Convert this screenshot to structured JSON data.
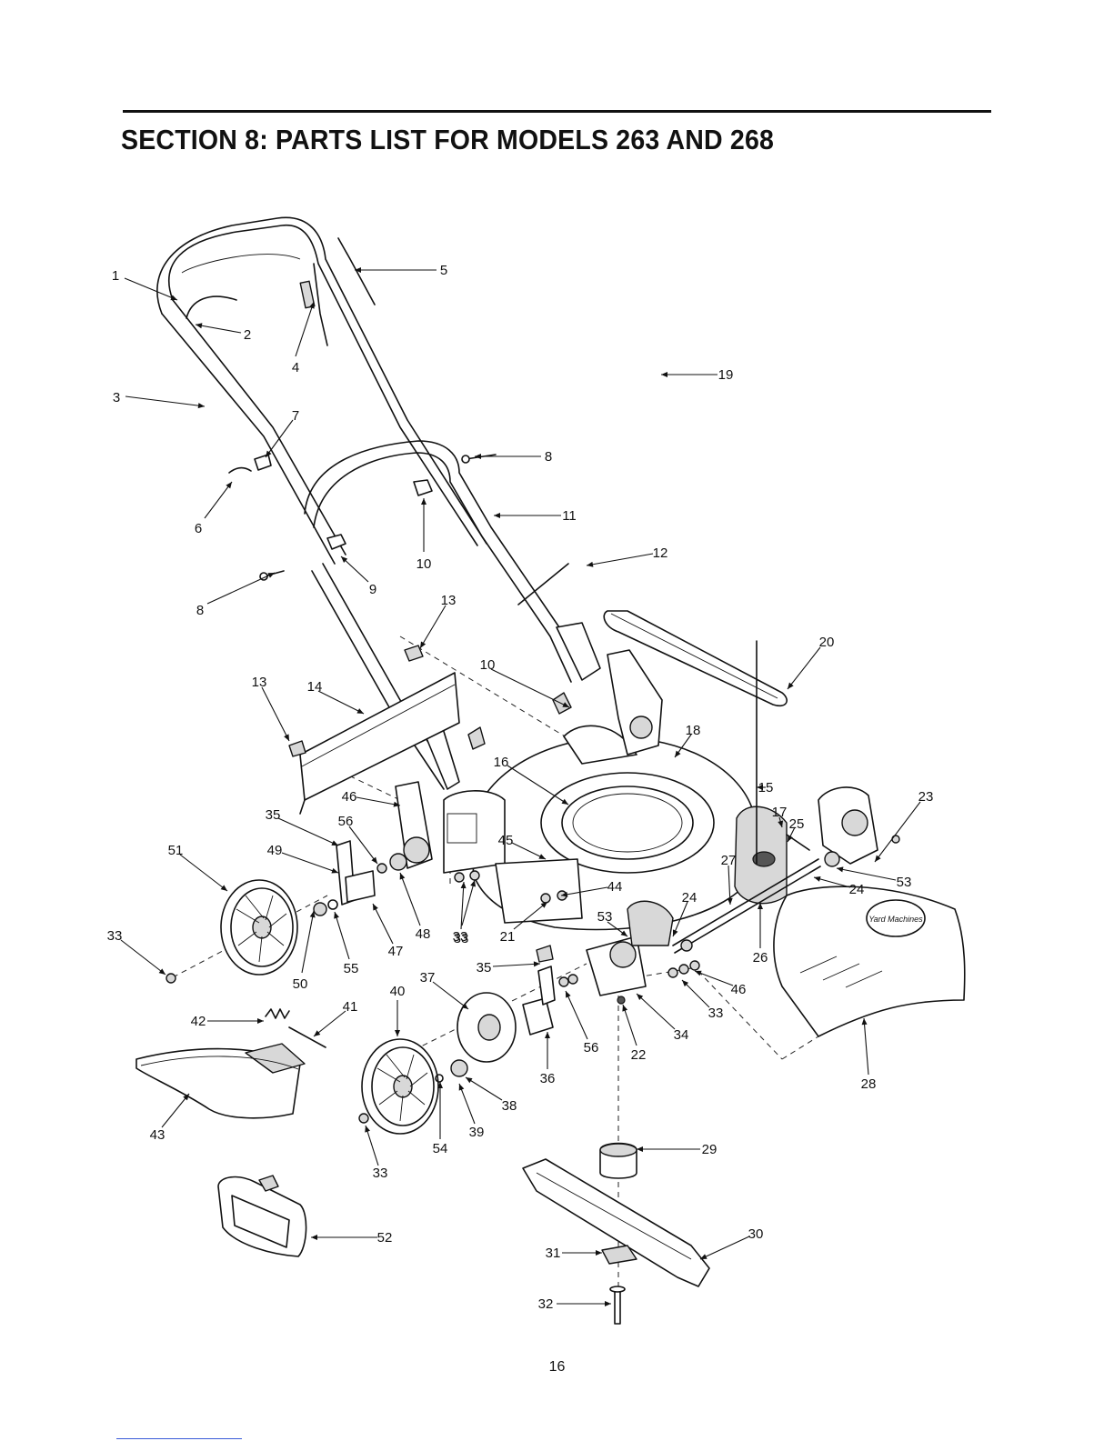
{
  "header": {
    "title": "SECTION 8:  PARTS LIST FOR MODELS 263 AND 268"
  },
  "diagram": {
    "callouts": [
      "1",
      "2",
      "3",
      "4",
      "5",
      "6",
      "7",
      "8",
      "8",
      "9",
      "10",
      "10",
      "11",
      "12",
      "13",
      "13",
      "14",
      "15",
      "16",
      "17",
      "18",
      "19",
      "20",
      "21",
      "22",
      "23",
      "24",
      "24",
      "25",
      "26",
      "27",
      "28",
      "29",
      "30",
      "31",
      "32",
      "33",
      "33",
      "33",
      "33",
      "33",
      "34",
      "35",
      "35",
      "36",
      "37",
      "38",
      "39",
      "40",
      "41",
      "42",
      "43",
      "44",
      "45",
      "46",
      "46",
      "47",
      "48",
      "49",
      "50",
      "51",
      "52",
      "53",
      "53",
      "54",
      "55",
      "56",
      "56"
    ],
    "logo_text": "Yard Machines"
  },
  "footer": {
    "page_number": "16"
  }
}
